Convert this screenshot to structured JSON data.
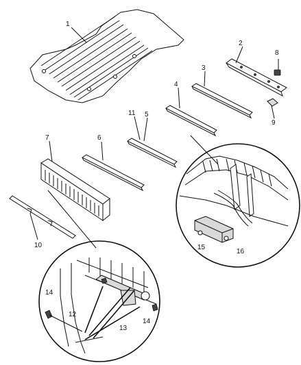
{
  "callouts": [
    {
      "id": "c1",
      "text": "1"
    },
    {
      "id": "c2",
      "text": "2"
    },
    {
      "id": "c3",
      "text": "3"
    },
    {
      "id": "c4",
      "text": "4"
    },
    {
      "id": "c5",
      "text": "5"
    },
    {
      "id": "c6",
      "text": "6"
    },
    {
      "id": "c7",
      "text": "7"
    },
    {
      "id": "c8",
      "text": "8"
    },
    {
      "id": "c9",
      "text": "9"
    },
    {
      "id": "c10",
      "text": "10"
    },
    {
      "id": "c11",
      "text": "11"
    },
    {
      "id": "c12",
      "text": "12"
    },
    {
      "id": "c13",
      "text": "13"
    },
    {
      "id": "c14a",
      "text": "14"
    },
    {
      "id": "c14b",
      "text": "14"
    },
    {
      "id": "c15",
      "text": "15"
    },
    {
      "id": "c16",
      "text": "16"
    }
  ]
}
